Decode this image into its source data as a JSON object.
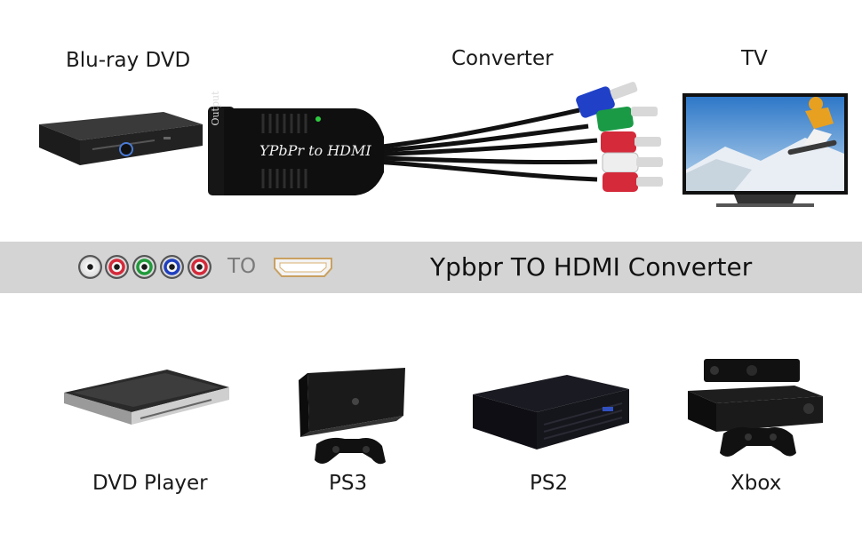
{
  "top_labels": {
    "source": "Blu-ray DVD",
    "converter": "Converter",
    "tv": "TV"
  },
  "converter_box": {
    "side_text": "Output",
    "face_text": "YPbPr to HDMI"
  },
  "band": {
    "jack_colors": [
      "#e8e8e8",
      "#d42a3a",
      "#1f9a3a",
      "#1f3fbf",
      "#d42a3a"
    ],
    "to_text": "TO",
    "title": "Ypbpr TO HDMI Converter"
  },
  "devices": [
    {
      "label": "DVD Player",
      "icon": "dvd-player-icon"
    },
    {
      "label": "PS3",
      "icon": "ps3-console-icon"
    },
    {
      "label": "PS2",
      "icon": "ps2-console-icon"
    },
    {
      "label": "Xbox",
      "icon": "xbox-console-icon"
    }
  ],
  "colors": {
    "band": "#d4d4d4",
    "plug_blue": "#2040c8",
    "plug_green": "#1a9a45",
    "plug_red": "#d42a3a",
    "plug_white": "#eeeeee"
  }
}
